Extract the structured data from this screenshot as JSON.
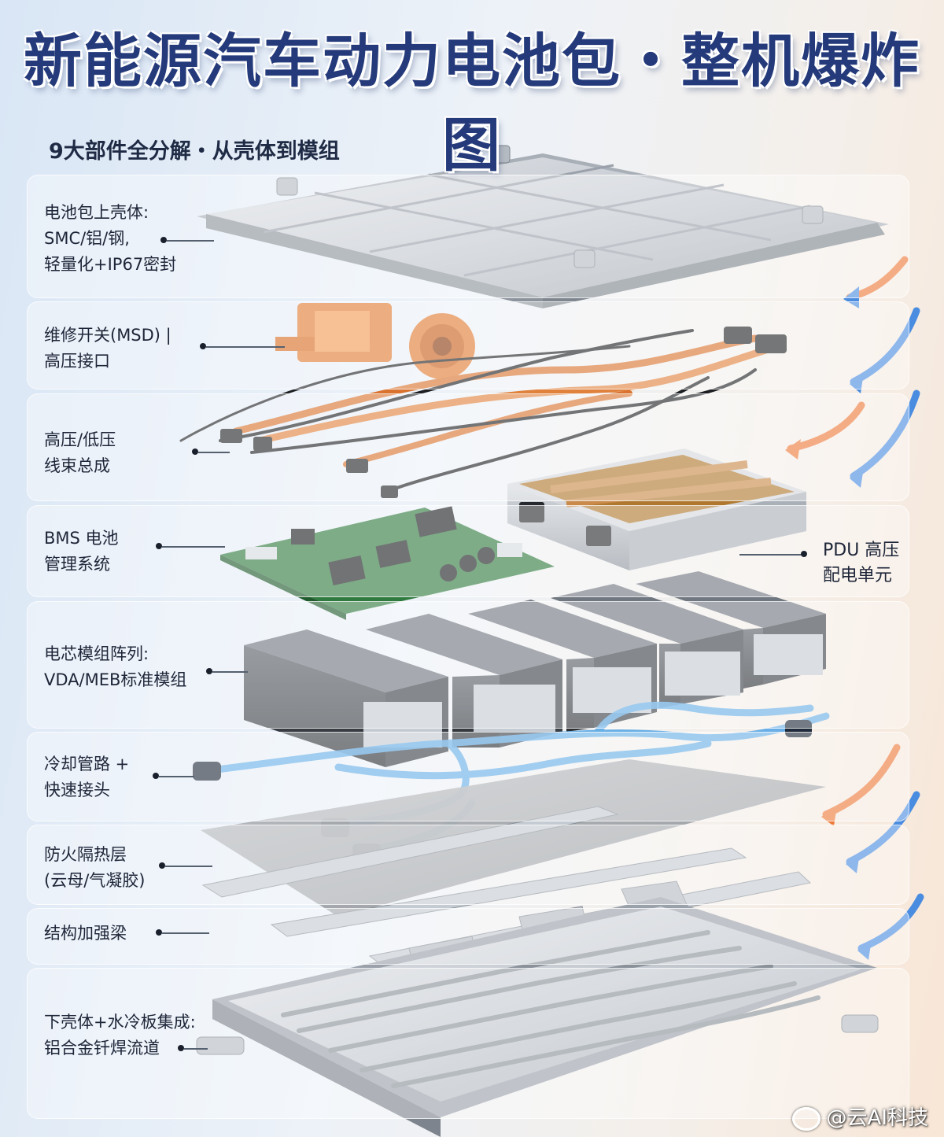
{
  "title": "新能源汽车动力电池包・整机爆炸图",
  "subtitle": "9大部件全分解・从壳体到模组",
  "components": [
    {
      "lines": [
        "电池包上壳体:",
        "SMC/铝/钢,",
        "轻量化+IP67密封"
      ]
    },
    {
      "lines": [
        "维修开关(MSD) |",
        "高压接口"
      ]
    },
    {
      "lines": [
        "高压/低压",
        "线束总成"
      ]
    },
    {
      "lines": [
        "BMS 电池",
        "管理系统"
      ]
    },
    {
      "lines": [
        "电芯模组阵列:",
        "VDA/MEB标准模组"
      ]
    },
    {
      "lines": [
        "冷却管路 +",
        "快速接头"
      ]
    },
    {
      "lines": [
        "防火隔热层",
        "(云母/气凝胶)"
      ]
    },
    {
      "lines": [
        "结构加强梁"
      ]
    },
    {
      "lines": [
        "下壳体+水冷板集成:",
        "铝合金钎焊流道"
      ]
    }
  ],
  "pdu": {
    "lines": [
      "PDU 高压",
      "配电单元"
    ]
  },
  "watermark": "@云AI科技",
  "colors": {
    "title": "#243a7a",
    "aluminum": "#c9ced5",
    "orange_cable": "#d9732f",
    "pcb_green": "#2f7a3e",
    "coolant_blue": "#5aa8e6",
    "arrow_orange": "#ee7a3a",
    "arrow_blue": "#4a8ce0"
  },
  "icons": [
    "weibo-icon",
    "arrow-icon"
  ]
}
